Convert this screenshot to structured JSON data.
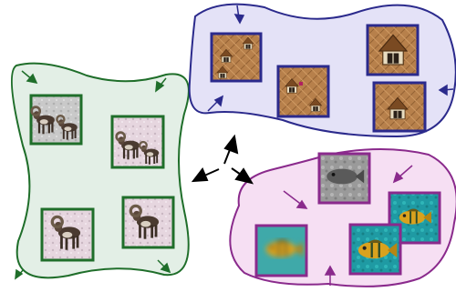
{
  "diagram": {
    "clusters": [
      {
        "id": "rams",
        "subject": "bighorn-ram",
        "fill": "#e3efe6",
        "stroke": "#1f6e2a",
        "tile_border": "#1f6e2a"
      },
      {
        "id": "roofs",
        "subject": "roof-dormer",
        "fill": "#e4e2f7",
        "stroke": "#2b2a8c",
        "tile_border": "#2b2a8c"
      },
      {
        "id": "fish",
        "subject": "tropical-fish",
        "fill": "#f6dff3",
        "stroke": "#8a2a8c",
        "tile_border": "#8a2a8c"
      }
    ],
    "center_arrows": {
      "color": "#000000",
      "count": 3
    }
  }
}
